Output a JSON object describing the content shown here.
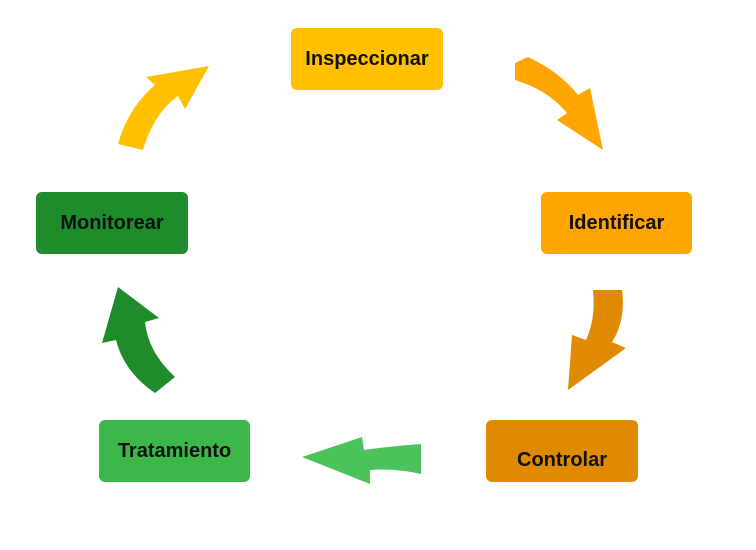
{
  "cycle": {
    "steps": [
      {
        "label": "Inspeccionar",
        "color": "#FFC000"
      },
      {
        "label": "Identificar",
        "color": "#FFA500"
      },
      {
        "label": "Controlar",
        "color": "#DF8A00"
      },
      {
        "label": "Tratamiento",
        "color": "#3CB84B"
      },
      {
        "label": "Monitorear",
        "color": "#1E8C2A"
      }
    ],
    "arrow_colors": {
      "inspeccionar_to_identificar": "#FFA500",
      "identificar_to_controlar": "#DF8A00",
      "controlar_to_tratamiento": "#4CC35A",
      "tratamiento_to_monitorear": "#1E8C2A",
      "monitorear_to_inspeccionar": "#FFC000"
    }
  }
}
